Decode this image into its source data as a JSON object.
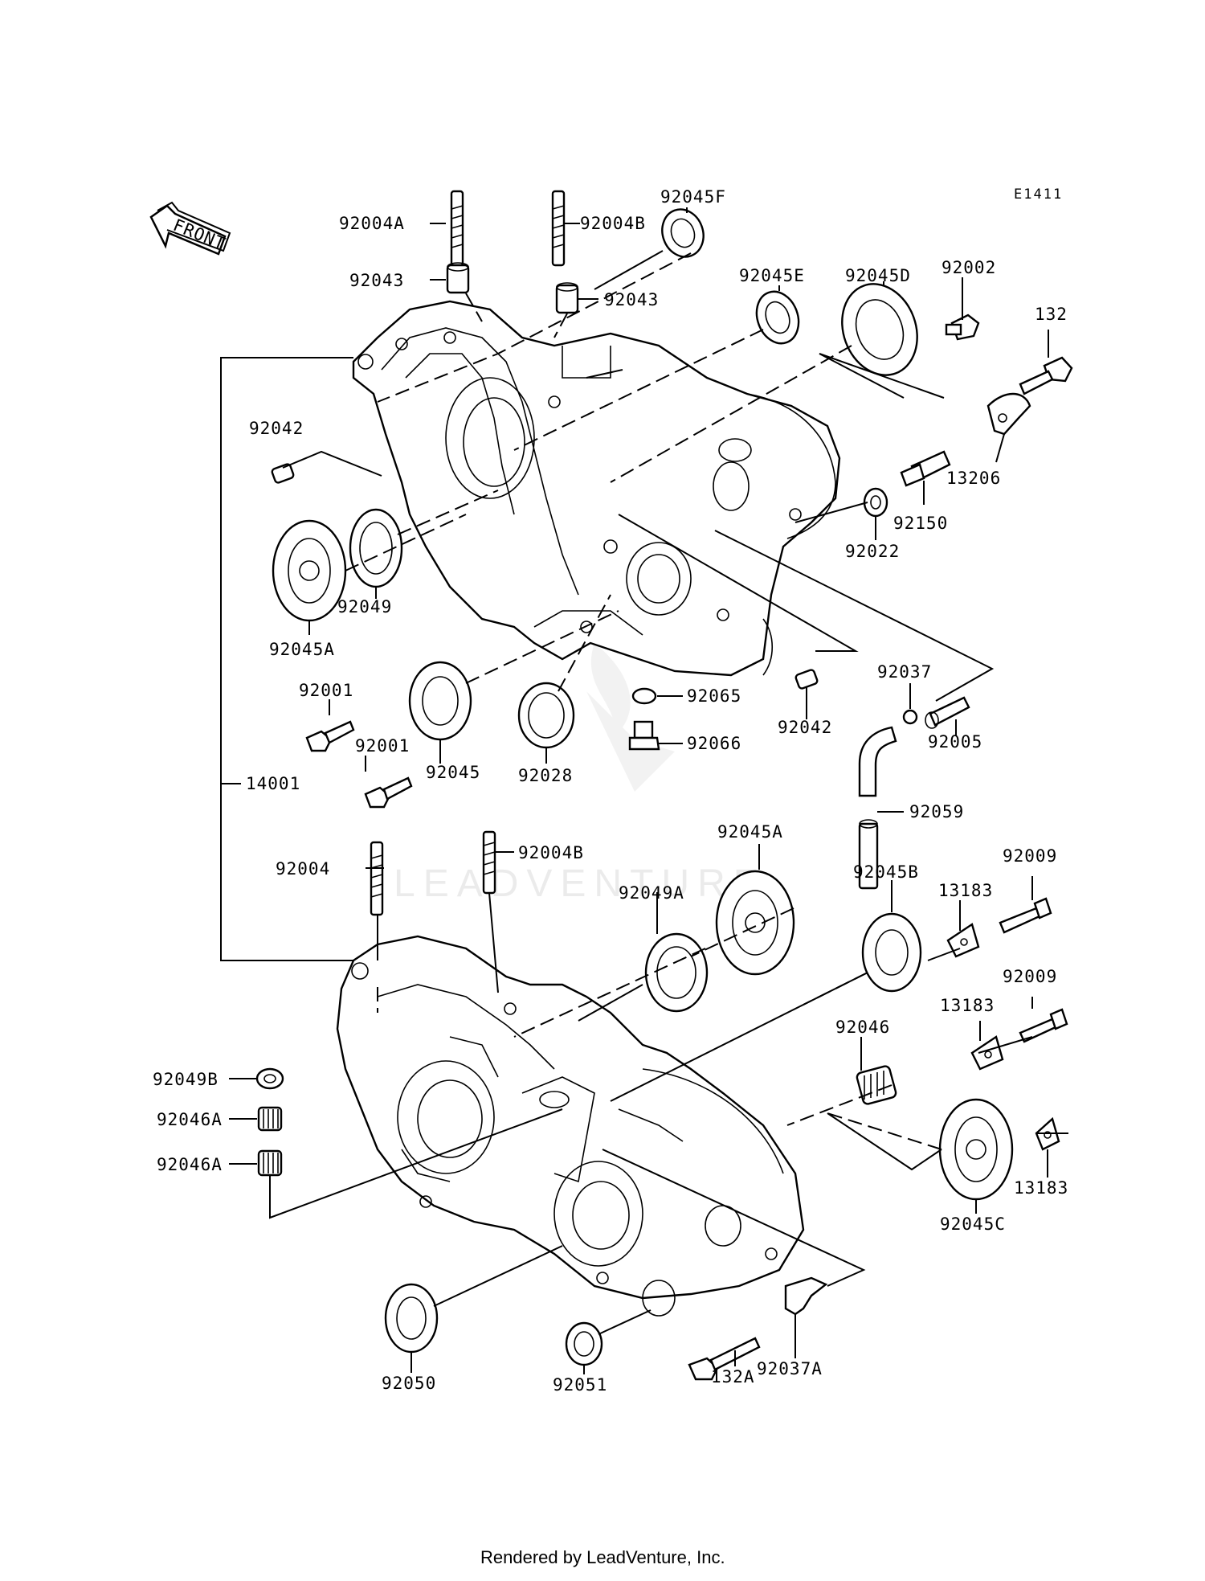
{
  "diagram": {
    "code": "E1411",
    "front_label": "FRONT",
    "watermark": "LEADVENTURE",
    "footer": "Rendered by LeadVenture, Inc."
  },
  "labels": {
    "p92004A": "92004A",
    "p92004B_top": "92004B",
    "p92045F": "92045F",
    "p92045E": "92045E",
    "p92045D": "92045D",
    "p92002": "92002",
    "p132": "132",
    "p92043_left": "92043",
    "p92043_right": "92043",
    "p92042_left": "92042",
    "p13206": "13206",
    "p92150": "92150",
    "p92022": "92022",
    "p92049": "92049",
    "p92045A_top": "92045A",
    "p92001_a": "92001",
    "p92001_b": "92001",
    "p92045": "92045",
    "p92028": "92028",
    "p92065": "92065",
    "p92066": "92066",
    "p92042_right": "92042",
    "p92037": "92037",
    "p92005": "92005",
    "p92059": "92059",
    "p14001": "14001",
    "p92004": "92004",
    "p92004B_bot": "92004B",
    "p92045A_bot": "92045A",
    "p92049A": "92049A",
    "p92045B": "92045B",
    "p92009_a": "92009",
    "p13183_a": "13183",
    "p92009_b": "92009",
    "p13183_b": "13183",
    "p92046": "92046",
    "p92049B": "92049B",
    "p92046A_a": "92046A",
    "p92046A_b": "92046A",
    "p13183_c": "13183",
    "p92045C": "92045C",
    "p92050": "92050",
    "p92051": "92051",
    "p132A": "132A",
    "p92037A": "92037A"
  }
}
